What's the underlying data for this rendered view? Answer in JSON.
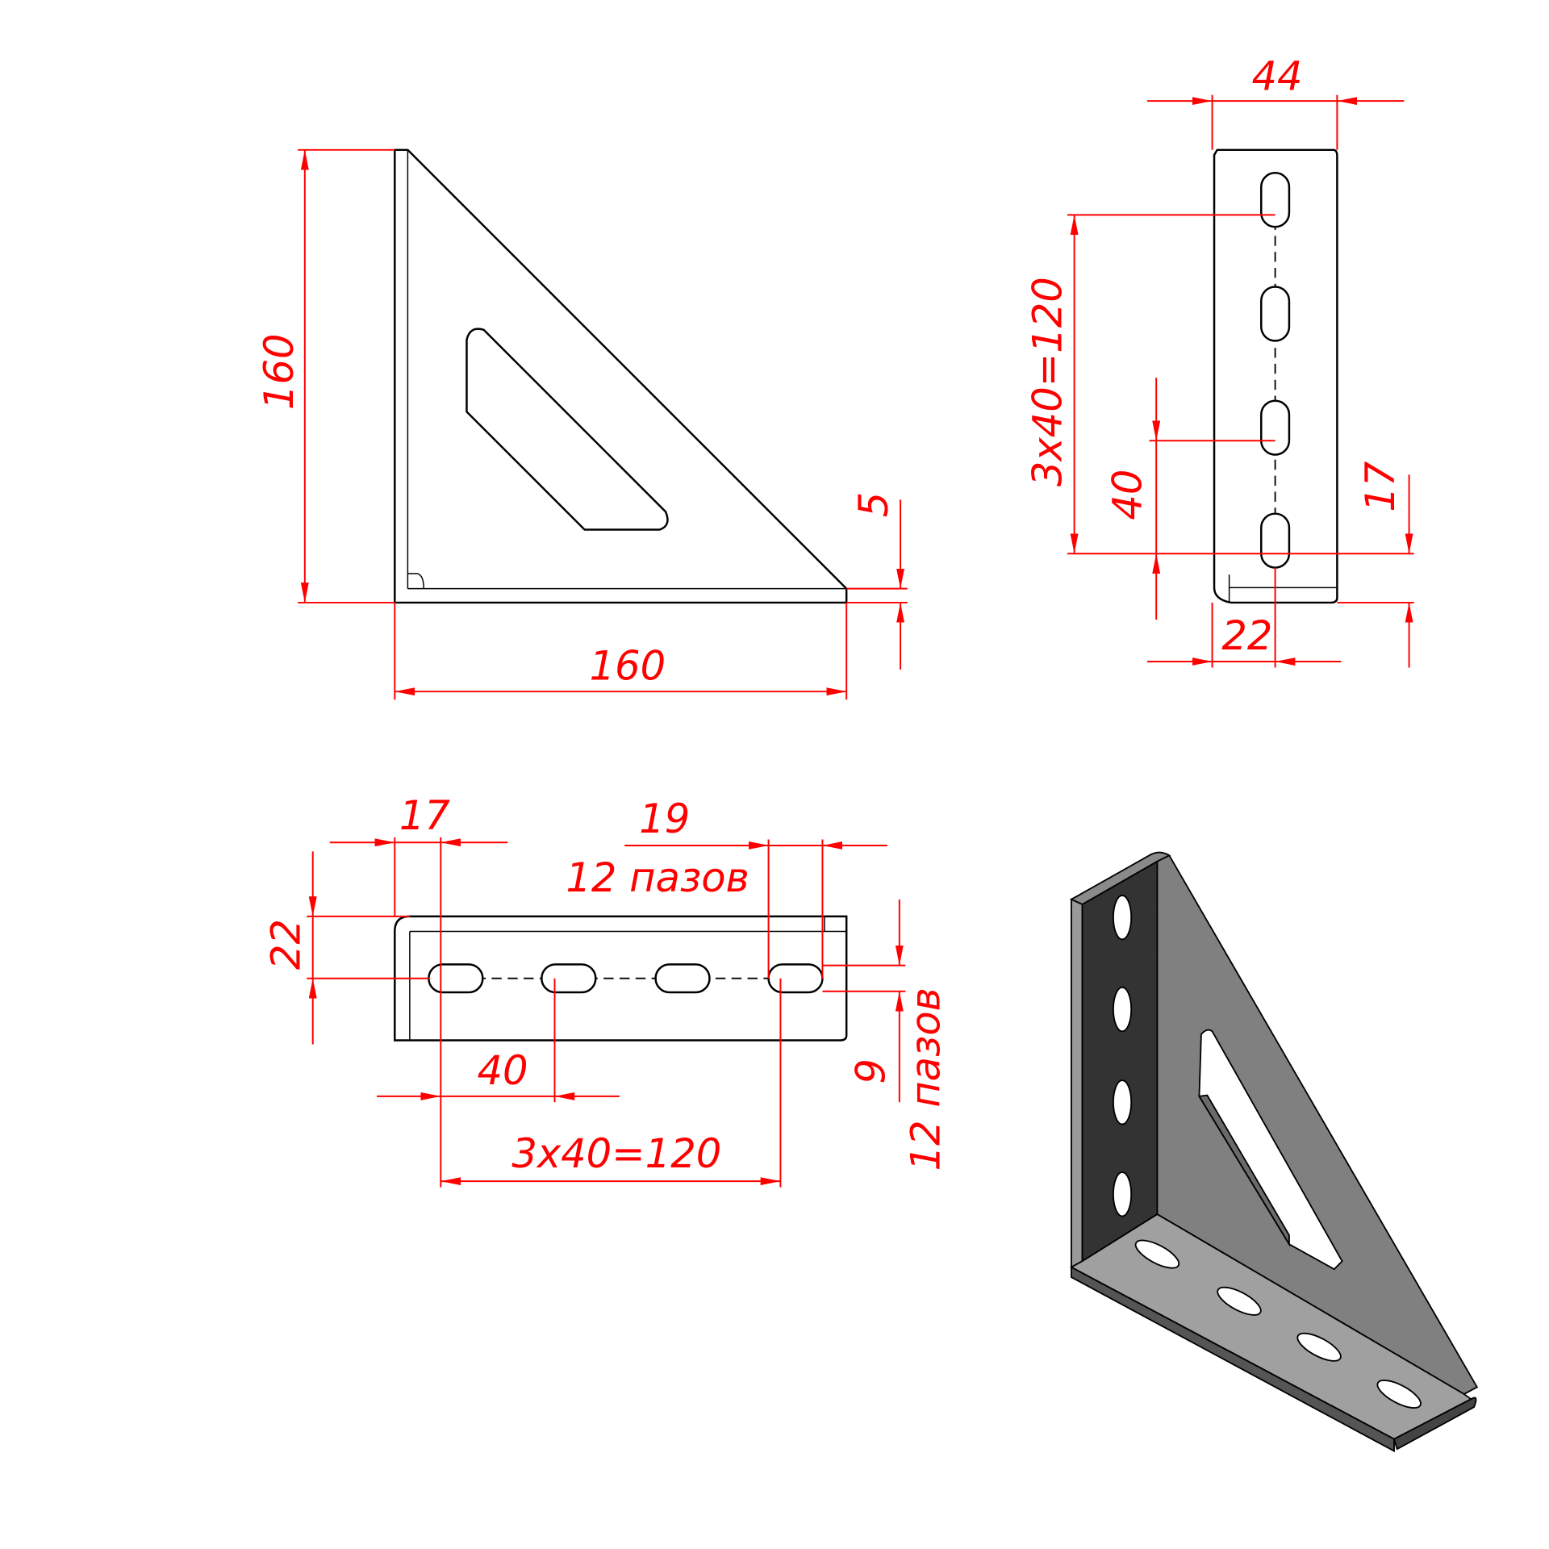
{
  "colors": {
    "dimension": "#ff0000",
    "part_outline": "#000000",
    "iso_dark": "#333333",
    "iso_mid": "#808080",
    "iso_light": "#a0a0a0"
  },
  "front_view": {
    "height": "160",
    "width": "160",
    "thickness": "5"
  },
  "side_view": {
    "width": "44",
    "pitch_total": "3x40=120",
    "pitch": "40",
    "edge_offset": "17",
    "slot_offset": "22"
  },
  "top_view": {
    "edge_offset": "17",
    "slot_length": "19",
    "slot_count_label_1": "12 пазов",
    "row_offset": "22",
    "pitch": "40",
    "pitch_total": "3x40=120",
    "slot_width": "9",
    "slot_count_label_2": "12 пазов"
  }
}
